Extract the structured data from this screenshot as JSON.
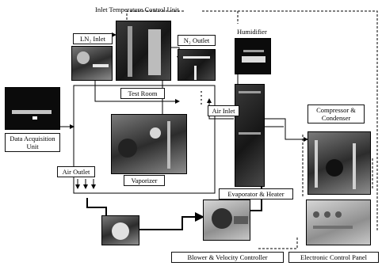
{
  "labels": {
    "inlet_temp_control_unit": "Inlet Temperature Control Unit",
    "ln2_inlet": "LN₂ Inlet",
    "n2_outlet": "N₂ Outlet",
    "humidifier": "Humidifier",
    "test_room": "Test Room",
    "air_inlet": "Air Inlet",
    "data_acquisition_unit_line1": "Data Acquisition",
    "data_acquisition_unit_line2": "Unit",
    "air_outlet": "Air Outlet",
    "vaporizer": "Vaporizer",
    "compressor_condenser_line1": "Compressor &",
    "compressor_condenser_line2": "Condenser",
    "evaporator_heater": "Evaporator & Heater",
    "blower_velocity_controller": "Blower & Velocity Controller",
    "electronic_control_panel": "Electronic Control Panel"
  },
  "photos": [
    "ln2-inlet-photo",
    "cryogenic-tank-photo",
    "n2-outlet-photo",
    "humidifier-photo",
    "data-acquisition-unit-photo",
    "test-room-interior-photo",
    "evaporator-heater-photo",
    "compressor-condenser-photo",
    "electronic-control-panel-photo",
    "outlet-duct-photo",
    "blower-photo"
  ],
  "colors": {
    "line": "#000000",
    "background": "#ffffff"
  }
}
